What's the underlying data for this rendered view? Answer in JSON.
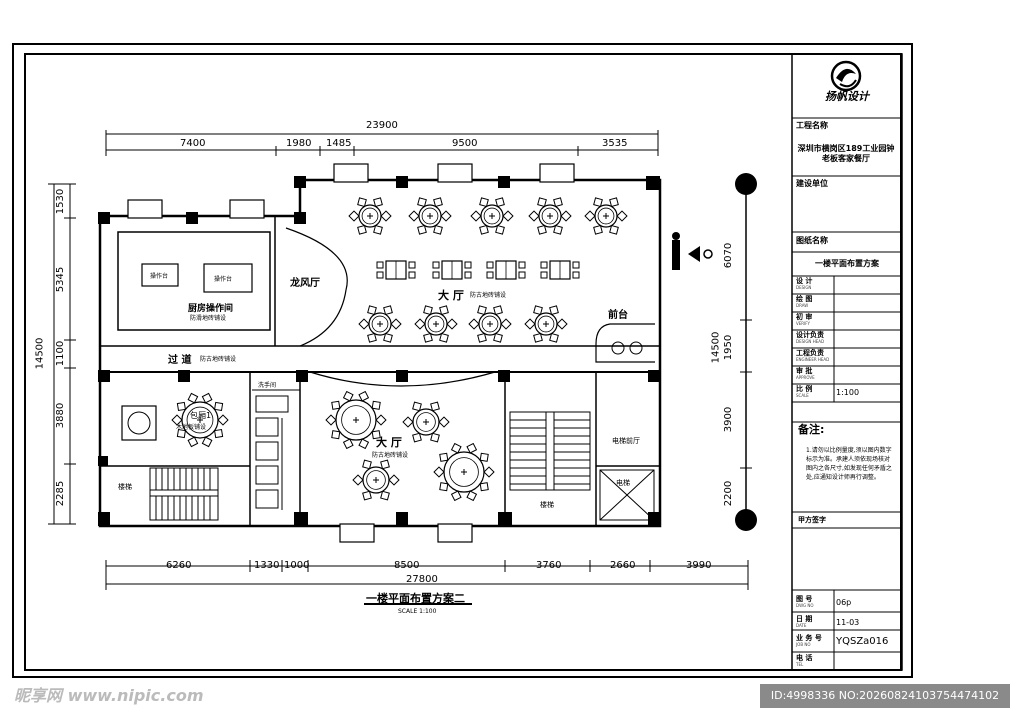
{
  "drawing": {
    "title": "一楼平面布置方案二",
    "scale": "SCALE 1:100",
    "top_total": "23900",
    "top_dims": [
      "7400",
      "1980",
      "1485",
      "9500",
      "3535"
    ],
    "bottom_total": "27800",
    "bottom_dims": [
      "6260",
      "1330",
      "1000",
      "8500",
      "3760",
      "2660",
      "3990"
    ],
    "left_total": "14500",
    "left_dims": [
      "1530",
      "5345",
      "1100",
      "3880",
      "2285"
    ],
    "right_total": "14500",
    "right_dims": [
      "6070",
      "1950",
      "3900",
      "2200"
    ],
    "rooms": {
      "hall": "大 厅",
      "hall_note": "防古地砖铺设",
      "hall2": "大 厅",
      "hall2_note": "防古地砖铺设",
      "kitchen": "厨房操作间",
      "kitchen_note": "防滑地砖铺设",
      "console1": "操作台",
      "console2": "操作台",
      "vestibule": "龙风厅",
      "corridor": "过 道",
      "corridor_note": "防古地砖铺设",
      "private": "包厢1",
      "private_note": "木地板铺设",
      "wash": "洗手间",
      "stairs_left": "楼梯",
      "stairs_mid": "楼梯",
      "reception": "前台",
      "elevator_hall": "电梯前厅",
      "elevator": "电梯"
    }
  },
  "title_block": {
    "logo_text": "扬帆设计",
    "project_label": "工程名称",
    "project_name": "深圳市横岗区189工业园钟老板客家餐厅",
    "client_label": "建设单位",
    "drawing_label": "图纸名称",
    "drawing_name": "一楼平面布置方案",
    "rows": [
      {
        "k": "设 计",
        "ks": "DESIGN",
        "v": ""
      },
      {
        "k": "绘 图",
        "ks": "DRAW",
        "v": ""
      },
      {
        "k": "初 审",
        "ks": "VERIFY",
        "v": ""
      },
      {
        "k": "设计负责",
        "ks": "DESIGN HEAD",
        "v": ""
      },
      {
        "k": "工程负责",
        "ks": "ENGINEER HEAD",
        "v": ""
      },
      {
        "k": "审 批",
        "ks": "APPROVE",
        "v": ""
      },
      {
        "k": "比 例",
        "ks": "SCALE",
        "v": "1:100"
      }
    ],
    "notes_label": "备注:",
    "notes_text": "1.请勿以比例量度,须以图内数字标示为准。承建人须依现场核对图内之各尺寸,如发现任何矛盾之处,应通知设计师再行调整。",
    "sign_label": "甲方签字",
    "bottom_rows": [
      {
        "k": "图 号",
        "ks": "DWG NO",
        "v": "06p"
      },
      {
        "k": "日 期",
        "ks": "DATE",
        "v": "11-03"
      },
      {
        "k": "业 务 号",
        "ks": "JOB NO",
        "v": "YQSZa016"
      },
      {
        "k": "电 话",
        "ks": "TEL",
        "v": ""
      }
    ]
  },
  "footer": {
    "site": "昵享网 www.nipic.com",
    "id_text": "ID:4998336 NO:20260824103754474102"
  }
}
